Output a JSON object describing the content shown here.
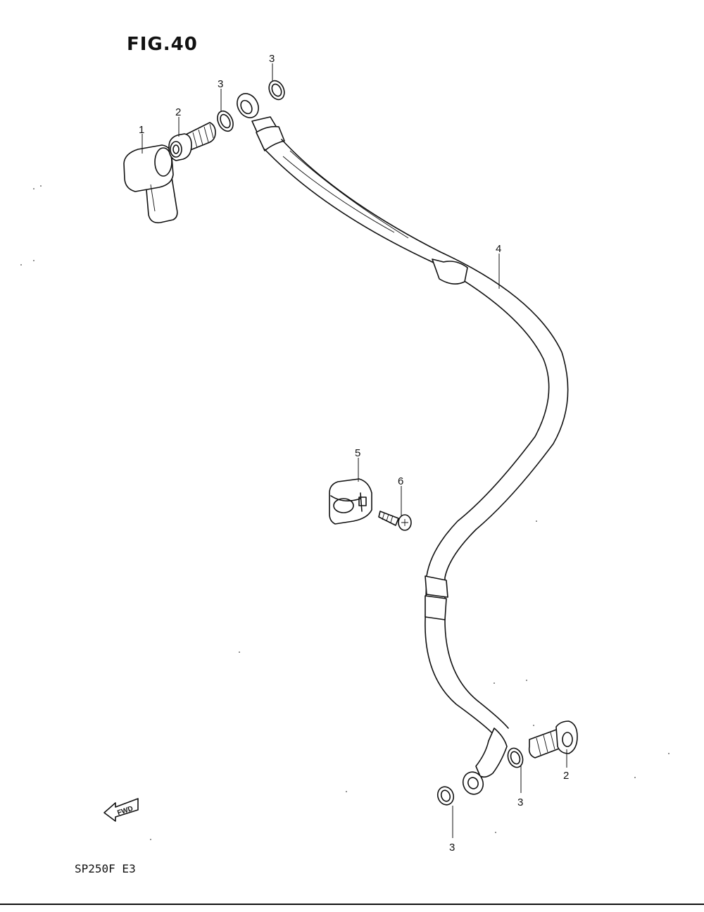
{
  "figure": {
    "title": "FIG.40",
    "model_code": "SP250F  E3",
    "fwd_label": "FWD"
  },
  "callouts": [
    {
      "id": "c1",
      "label": "1"
    },
    {
      "id": "c2a",
      "label": "2"
    },
    {
      "id": "c3a",
      "label": "3"
    },
    {
      "id": "c3b",
      "label": "3"
    },
    {
      "id": "c4",
      "label": "4"
    },
    {
      "id": "c5",
      "label": "5"
    },
    {
      "id": "c6",
      "label": "6"
    },
    {
      "id": "c2b",
      "label": "2"
    },
    {
      "id": "c3c",
      "label": "3"
    },
    {
      "id": "c3d",
      "label": "3"
    }
  ],
  "icons": [
    "union-bolt-icon",
    "gasket-washer-icon",
    "brake-hose-icon",
    "hose-clamp-icon",
    "screw-icon",
    "fwd-arrow-icon",
    "cap-icon"
  ]
}
